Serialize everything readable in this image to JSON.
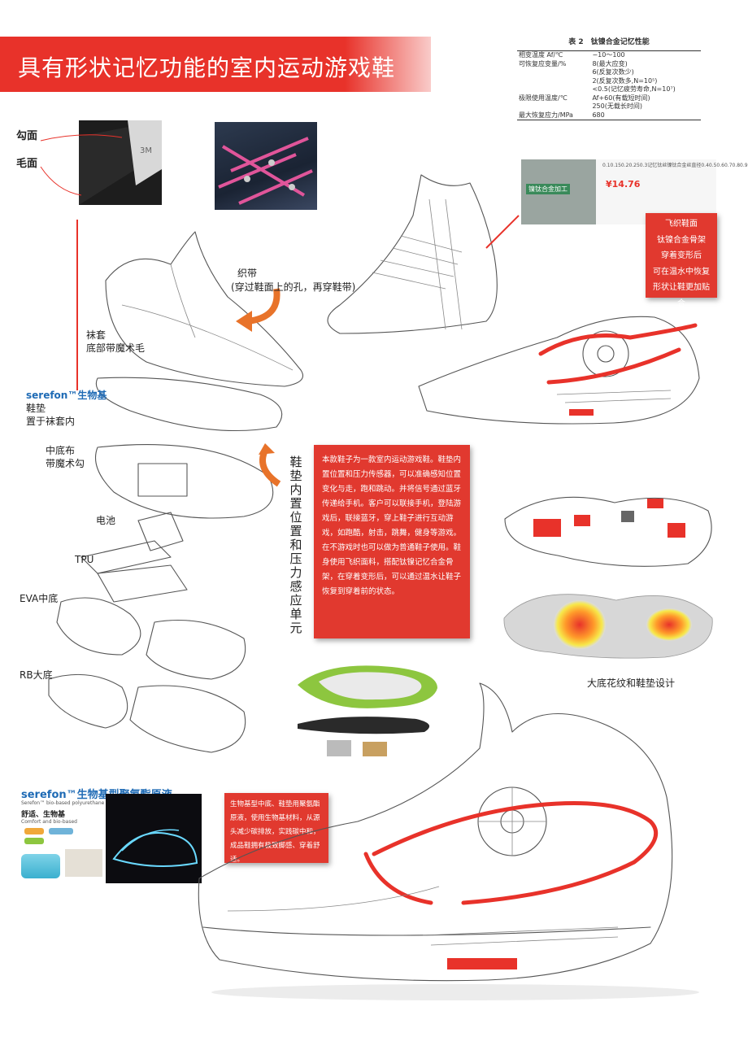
{
  "title": "具有形状记忆功能的室内运动游戏鞋",
  "table": {
    "caption": "表 2　钛镍合金记忆性能",
    "rows": [
      {
        "name": "相变温度 Af/℃",
        "value": "−10～100"
      },
      {
        "name": "可恢复应变量/%",
        "value": "8(最大应变)"
      },
      {
        "name": "",
        "value": "6(反复次数少)"
      },
      {
        "name": "",
        "value": "2(反复次数多,N=10⁵)"
      },
      {
        "name": "",
        "value": "<0.5(记忆疲劳寿命,N=10⁷)"
      },
      {
        "name": "极限使用温度/℃",
        "value": "Af+60(有载短时间)"
      },
      {
        "name": "",
        "value": "250(无载长时间)"
      },
      {
        "name": "最大恢复应力/MPa",
        "value": "680"
      }
    ]
  },
  "velcro": {
    "hook_label": "勾面",
    "loop_label": "毛面"
  },
  "laces_label": "织带",
  "laces_note": "(穿过鞋面上的孔，再穿鞋带)",
  "sock_label_1": "袜套",
  "sock_label_2": "底部带魔术毛",
  "serefon_brand": "serefon™生物基",
  "insole_label_1": "鞋垫",
  "insole_label_2": "置于袜套内",
  "midcloth_label_1": "中底布",
  "midcloth_label_2": "带魔术勾",
  "battery_label": "电池",
  "tpu_label": "TPU",
  "eva_label": "EVA中底",
  "rb_label": "RB大底",
  "vertical_label": "鞋垫内置位置和压力感应单元",
  "ad": {
    "heading": "0.10.150.20.250.3记忆钛丝镍钛合金丝直径0.40.50.60.70.80.9",
    "badge": "镍钛合金加工",
    "price": "¥14.76"
  },
  "feature_box": [
    "飞织鞋面",
    "钛镍合金骨架",
    "穿着变形后",
    "可在温水中恢复",
    "形状让鞋更加贴合"
  ],
  "description": "本款鞋子为一款室内运动游戏鞋。鞋垫内置位置和压力传感器，可以准确感知位置变化与走，跑和跳动。并将信号通过蓝牙传递给手机。客户可以联接手机，登陆游戏后，联接蓝牙，穿上鞋子进行互动游戏，如跑酷，射击，跳舞，健身等游戏。在不游戏时也可以做为普通鞋子使用。鞋身使用飞织面料，搭配钛镍记忆合金骨架，在穿着变形后，可以通过温水让鞋子恢复到穿着前的状态。",
  "outsole_caption": "大底花纹和鞋垫设计",
  "serefon": {
    "title": "serefon™生物基型聚氨酯原液",
    "subtitle": "Serefon™ bio-based polyurethane raw liquor",
    "tag": "舒适、生物基",
    "tag_en": "Comfort and bio-based"
  },
  "material_box": "生物基型中底、鞋垫用聚氨酯原液，使用生物基材料，从源头减少碳排放，实践碳中和，成品鞋拥有极致脚感、穿着舒适。",
  "colors": {
    "accent_red": "#e1392f",
    "insole_green": "#8dc63f"
  }
}
